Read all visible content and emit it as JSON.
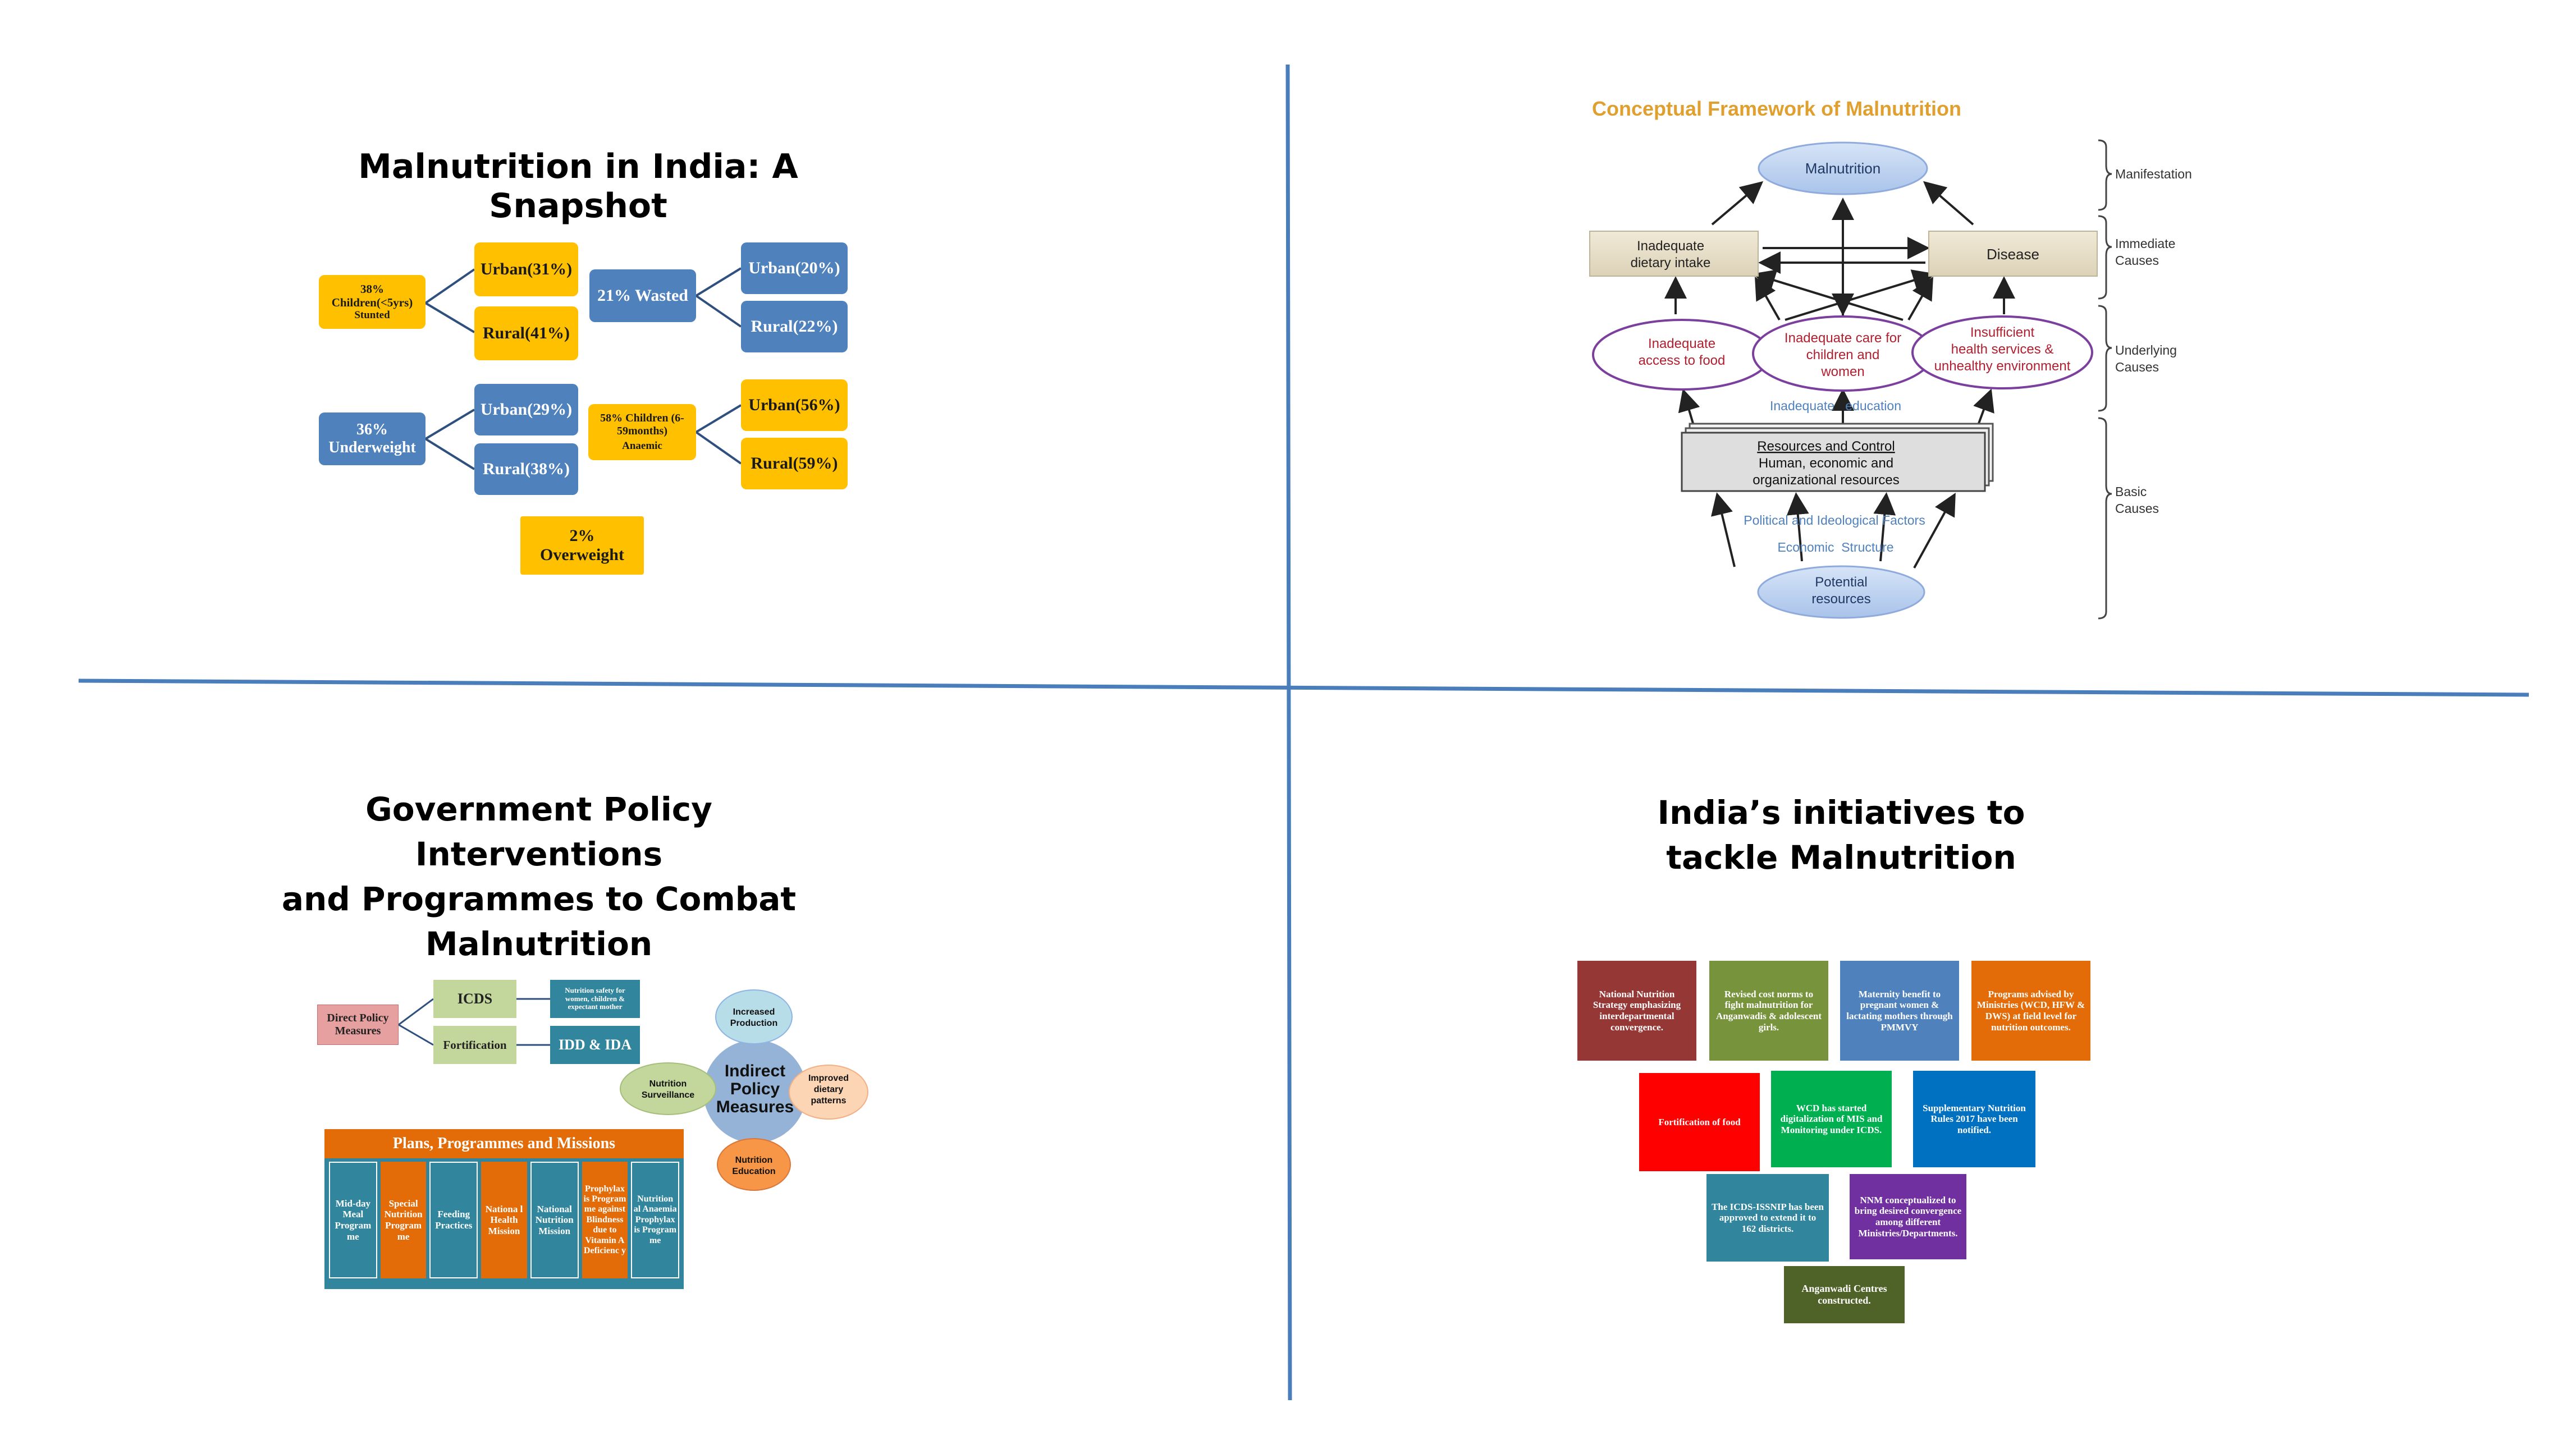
{
  "q1": {
    "title": "Malnutrition in India: A Snapshot",
    "stunted": {
      "main_1": "38%",
      "main_2": "Children(<5yrs)",
      "sub": "Stunted",
      "urban": "Urban(31%)",
      "rural": "Rural(41%)"
    },
    "wasted": {
      "main": "21% Wasted",
      "urban": "Urban(20%)",
      "rural": "Rural(22%)"
    },
    "underweight": {
      "main_1": "36%",
      "main_2": "Underweight",
      "urban": "Urban(29%)",
      "rural": "Rural(38%)"
    },
    "anaemic": {
      "main_1": "58% Children (6-",
      "main_2": "59months)",
      "sub": "Anaemic",
      "urban": "Urban(56%)",
      "rural": "Rural(59%)"
    },
    "overweight": {
      "line_1": "2%",
      "line_2": "Overweight"
    }
  },
  "q2": {
    "title": "Conceptual Framework of Malnutrition",
    "nodes": {
      "malnutrition": "Malnutrition",
      "dietary_1": "Inadequate",
      "dietary_2": "dietary intake",
      "disease": "Disease",
      "food_1": "Inadequate",
      "food_2": "access to food",
      "care_1": "Inadequate care for",
      "care_2": "children and",
      "care_3": "women",
      "health_1": "Insufficient",
      "health_2": "health services &",
      "health_3": "unhealthy environment",
      "education": "Inadequate   education",
      "resources_1": "Resources and Control",
      "resources_2": "Human, economic and",
      "resources_3": "organizational resources",
      "political": "Political and Ideological Factors",
      "economic": "Economic  Structure",
      "potential_1": "Potential",
      "potential_2": "resources"
    },
    "levels": {
      "manifestation": "Manifestation",
      "immediate_1": "Immediate",
      "immediate_2": "Causes",
      "underlying_1": "Underlying",
      "underlying_2": "Causes",
      "basic_1": "Basic",
      "basic_2": "Causes"
    }
  },
  "q3": {
    "title_1": "Government Policy Interventions",
    "title_2": "and Programmes to Combat",
    "title_3": "Malnutrition",
    "direct": {
      "label_1": "Direct Policy",
      "label_2": "Measures",
      "icds": "ICDS",
      "fortification": "Fortification",
      "nutrition_safety": "Nutrition safety for women, children & expectant mother",
      "idd": "IDD & IDA"
    },
    "indirect": {
      "center_1": "Indirect",
      "center_2": "Policy",
      "center_3": "Measures",
      "increased_1": "Increased",
      "increased_2": "Production",
      "improved_1": "Improved",
      "improved_2": "dietary",
      "improved_3": "patterns",
      "education_1": "Nutrition",
      "education_2": "Education",
      "surveillance_1": "Nutrition",
      "surveillance_2": "Surveillance"
    },
    "plans": {
      "header": "Plans, Programmes and Missions",
      "items": [
        "Mid-day Meal Program me",
        "Special Nutrition Program me",
        "Feeding Practices",
        "Nationa l Health Mission",
        "National Nutrition Mission",
        "Prophylax is Program me against Blindness due to Vitamin A Deficienc y",
        "Nutrition al Anaemia Prophylax is Program me"
      ]
    }
  },
  "q4": {
    "title_1": "India’s initiatives to",
    "title_2": "tackle Malnutrition",
    "boxes": [
      "National Nutrition Strategy emphasizing interdepartmental convergence.",
      "Revised cost norms to fight malnutrition for Anganwadis & adolescent girls.",
      "Maternity benefit to pregnant women & lactating mothers through PMMVY",
      "Programs advised by Ministries (WCD, HFW & DWS) at field level for nutrition outcomes.",
      "Fortification of food",
      "WCD has started digitalization of MIS and Monitoring under ICDS.",
      "Supplementary Nutrition Rules 2017 have been notified.",
      "The ICDS-ISSNIP has been approved to extend it to 162 districts.",
      "NNM conceptualized to bring desired convergence among different Ministries/Departments.",
      "Anganwadi Centres constructed."
    ]
  },
  "colors": {
    "yellow": "#FFC000",
    "blue": "#4F81BD",
    "divider": "#4A7EBB",
    "cf_title": "#E0A030",
    "cf_red": "#B02030",
    "cf_purple": "#7B3F9E",
    "teal": "#31859C",
    "orange": "#E36C09",
    "green_light": "#C3D69B",
    "pink": "#E6A0A0"
  }
}
